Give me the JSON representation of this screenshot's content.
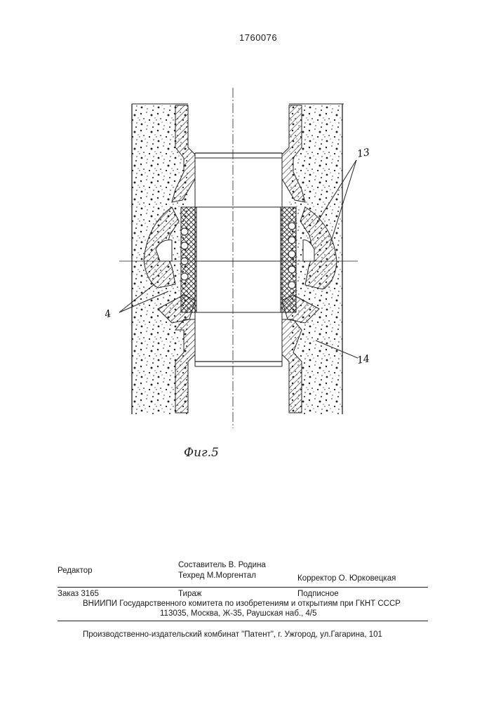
{
  "header": {
    "patent_number": "1760076"
  },
  "figure": {
    "caption": "Фиг.5",
    "callouts": [
      "13",
      "14",
      "14"
    ]
  },
  "imprint": {
    "editor_label": "Редактор",
    "compiler": "Составитель  В. Родина",
    "tech_editor": "Техред М.Моргентал",
    "corrector": "Корректор  О. Юрковецкая",
    "order": "Заказ  3165",
    "circulation": "Тираж",
    "subscription": "Подписное",
    "institute": "ВНИИПИ Государственного комитета по изобретениям и открытиям при ГКНТ СССР",
    "address": "113035, Москва, Ж-35, Раушская наб., 4/5",
    "publisher": "Производственно-издательский комбинат \"Патент\", г. Ужгород, ул.Гагарина, 101"
  }
}
